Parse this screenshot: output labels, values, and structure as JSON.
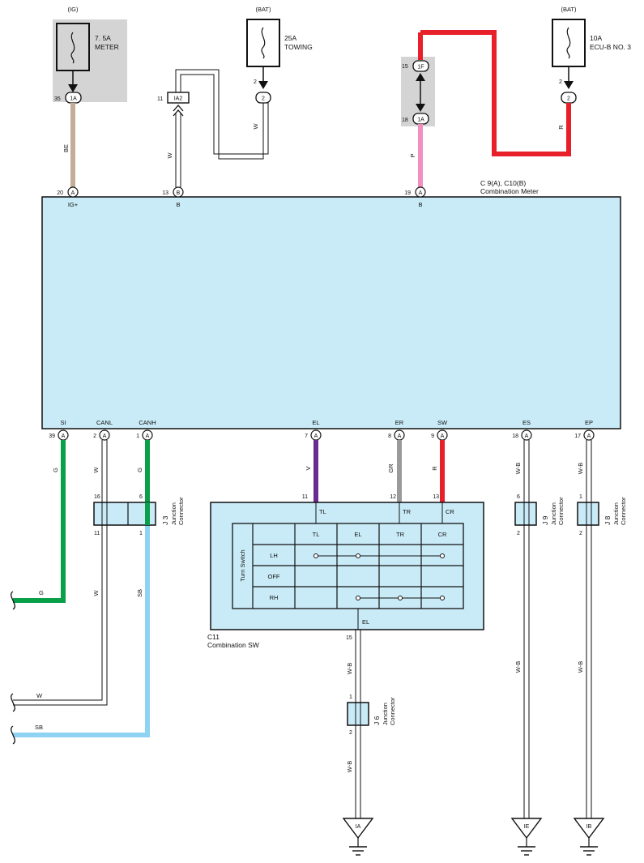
{
  "fuses": {
    "meter": {
      "source": "(IG)",
      "rating": "7. 5A",
      "name": "METER",
      "pin": "35",
      "conn": "1A"
    },
    "towing": {
      "source": "(BAT)",
      "rating": "25A",
      "name": "TOWING",
      "pin": "2",
      "conn": "2"
    },
    "ecub": {
      "source": "(BAT)",
      "rating": "10A",
      "name": "ECU-B NO. 3",
      "pin": "2",
      "conn": "2"
    }
  },
  "connectors": {
    "ia2": {
      "pin": "11",
      "label": "IA2"
    },
    "p1f": {
      "pin": "15",
      "label": "1F"
    },
    "p1a": {
      "pin": "18",
      "label": "1A"
    }
  },
  "meter": {
    "code": "C 9(A), C10(B)",
    "name": "Combination Meter",
    "top_pins": [
      {
        "num": "20",
        "conn": "A",
        "label": "IG+"
      },
      {
        "num": "13",
        "conn": "B",
        "label": "B"
      },
      {
        "num": "19",
        "conn": "A",
        "label": "B"
      }
    ],
    "bottom_pins": [
      {
        "num": "39",
        "conn": "A",
        "label": "SI"
      },
      {
        "num": "2",
        "conn": "A",
        "label": "CANL"
      },
      {
        "num": "1",
        "conn": "A",
        "label": "CANH"
      },
      {
        "num": "7",
        "conn": "A",
        "label": "EL"
      },
      {
        "num": "8",
        "conn": "A",
        "label": "ER"
      },
      {
        "num": "9",
        "conn": "A",
        "label": "SW"
      },
      {
        "num": "18",
        "conn": "A",
        "label": "ES"
      },
      {
        "num": "17",
        "conn": "A",
        "label": "EP"
      }
    ]
  },
  "wires": {
    "be": "BE",
    "w_ig": "W",
    "w_tow": "W",
    "p": "P",
    "r_top": "R",
    "g_si": "G",
    "w_canl": "W",
    "g_canh": "G",
    "v": "V",
    "gr": "GR",
    "r_sw": "R",
    "wb_es": "W-B",
    "wb_ep": "W-B",
    "g_out": "G",
    "w_mid": "W",
    "sb_mid": "SB",
    "w_out": "W",
    "sb_out": "SB",
    "wb_j6a": "W-B",
    "wb_j6b": "W-B",
    "wb_es2": "W-B",
    "wb_ep2": "W-B"
  },
  "j3": {
    "code": "J 3",
    "name_1": "Junction",
    "name_2": "Connector",
    "pins": [
      "16",
      "6",
      "11",
      "1"
    ]
  },
  "j9": {
    "code": "J 9",
    "name_1": "Junction",
    "name_2": "Connector",
    "pins": [
      "6",
      "2"
    ]
  },
  "j8": {
    "code": "J 8",
    "name_1": "Junction",
    "name_2": "Connector",
    "pins": [
      "1",
      "2"
    ]
  },
  "j6": {
    "code": "J 6",
    "name_1": "Junction",
    "name_2": "Connector",
    "pins": [
      "1",
      "2"
    ]
  },
  "switch": {
    "code": "C11",
    "name": "Combination SW",
    "pins_top": [
      {
        "num": "11",
        "label": "TL"
      },
      {
        "num": "12",
        "label": "TR"
      },
      {
        "num": "13",
        "label": "CR"
      }
    ],
    "el_label": "EL",
    "el_pin": "15",
    "side_label": "Turn Switch",
    "cols": [
      "TL",
      "EL",
      "TR",
      "CR"
    ],
    "rows": [
      "LH",
      "OFF",
      "RH"
    ]
  },
  "grounds": [
    "IA",
    "IE",
    "IB"
  ],
  "colors": {
    "BE": "#c2ad97",
    "G": "#0aa04a",
    "R": "#e8202a",
    "P": "#f28fc1",
    "V": "#6a2b8e",
    "GR": "#9a9a9a",
    "SB": "#8fd3f2",
    "box": "#c9ebf7",
    "fuse_bg": "#d4d4d4"
  }
}
